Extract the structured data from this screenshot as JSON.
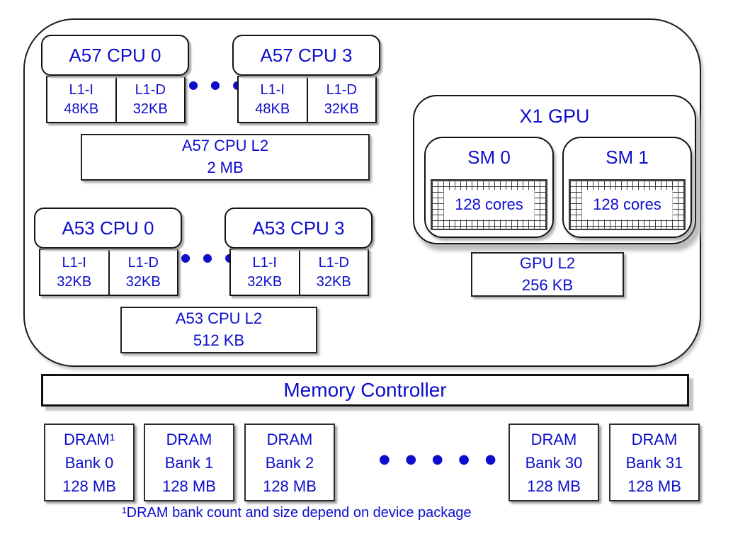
{
  "colors": {
    "text_blue": "#0d0dcc",
    "border_black": "#1c1c1c",
    "shadow_gray": "#b0b0b0"
  },
  "soc": {
    "a57": {
      "cpus": [
        {
          "title": "A57 CPU 0",
          "l1i": [
            "L1-I",
            "48KB"
          ],
          "l1d": [
            "L1-D",
            "32KB"
          ]
        },
        {
          "title": "A57 CPU 3",
          "l1i": [
            "L1-I",
            "48KB"
          ],
          "l1d": [
            "L1-D",
            "32KB"
          ]
        }
      ],
      "dots": "● ● ●",
      "l2": [
        "A57 CPU L2",
        "2 MB"
      ]
    },
    "a53": {
      "cpus": [
        {
          "title": "A53 CPU 0",
          "l1i": [
            "L1-I",
            "32KB"
          ],
          "l1d": [
            "L1-D",
            "32KB"
          ]
        },
        {
          "title": "A53 CPU 3",
          "l1i": [
            "L1-I",
            "32KB"
          ],
          "l1d": [
            "L1-D",
            "32KB"
          ]
        }
      ],
      "dots": "● ● ●",
      "l2": [
        "A53 CPU L2",
        "512 KB"
      ]
    },
    "gpu": {
      "title": "X1 GPU",
      "sms": [
        {
          "title": "SM 0",
          "cores": "128 cores"
        },
        {
          "title": "SM 1",
          "cores": "128 cores"
        }
      ],
      "l2": [
        "GPU L2",
        "256 KB"
      ]
    }
  },
  "memory": {
    "controller": "Memory Controller",
    "banks": [
      [
        "DRAM¹",
        "Bank 0",
        "128 MB"
      ],
      [
        "DRAM",
        "Bank 1",
        "128 MB"
      ],
      [
        "DRAM",
        "Bank 2",
        "128 MB"
      ],
      [
        "DRAM",
        "Bank 30",
        "128 MB"
      ],
      [
        "DRAM",
        "Bank 31",
        "128 MB"
      ]
    ],
    "dots": "● ● ● ● ●",
    "footnote": "¹DRAM bank count and size depend on device package"
  }
}
